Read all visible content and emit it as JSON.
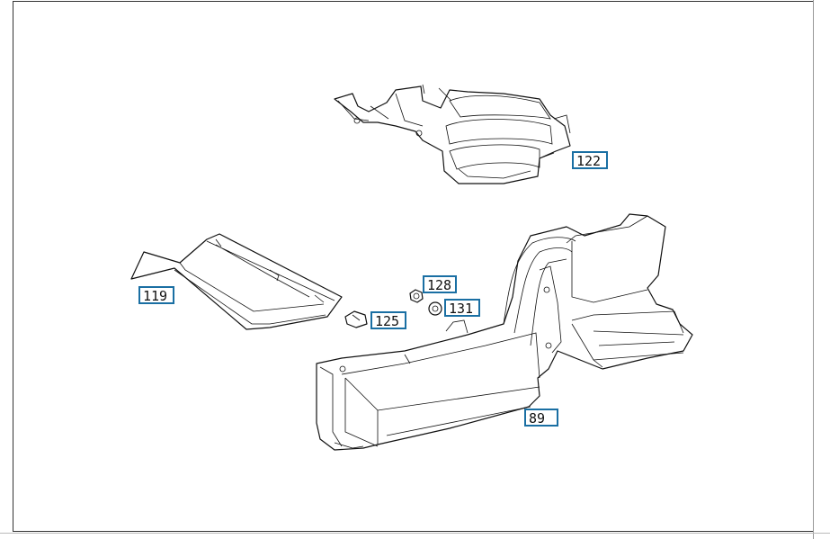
{
  "callouts": {
    "p122": "122",
    "p119": "119",
    "p128": "128",
    "p131": "131",
    "p125": "125",
    "p89": "89"
  },
  "colors": {
    "callout_border": "#1a6fa3",
    "line": "#111111"
  }
}
